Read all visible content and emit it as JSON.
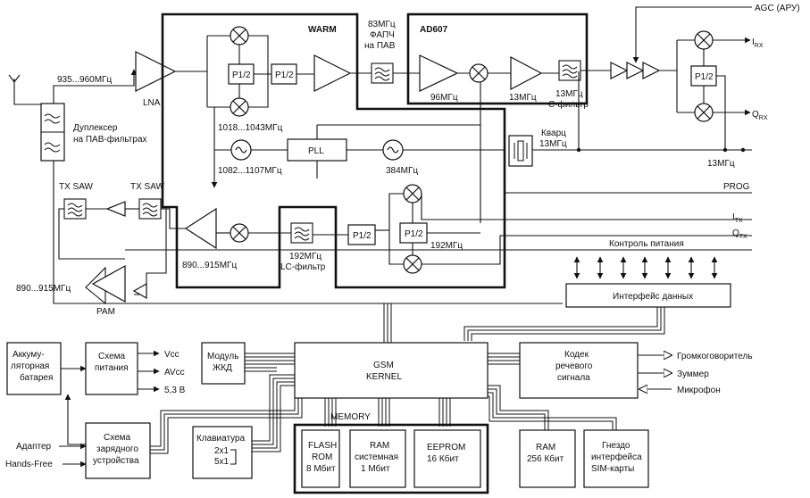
{
  "rf": {
    "antenna_freq": "935...960МГц",
    "duplexer_line1": "Дуплексер",
    "duplexer_line2": "на ПАВ-фильтрах",
    "lna": "LNA",
    "p12": "P1/2",
    "warm": "WARM",
    "fapch_line1": "83МГц",
    "fapch_line2": "ФАПЧ",
    "fapch_line3": "на  ПАВ",
    "ad607": "AD607",
    "agc": "AGC (АРУ)",
    "irx_main": "I",
    "irx_sub": "RX",
    "qrx_main": "Q",
    "qrx_sub": "RX",
    "f96": "96МГц",
    "f13": "13МГц",
    "cfilter_line1": "13МГц",
    "cfilter_line2": "С-фильтр",
    "f1018": "1018...1043МГц",
    "pll": "PLL",
    "f384": "384МГц",
    "kvarc_line1": "Кварц",
    "kvarc_line2": "13МГц",
    "f1082": "1082...1107МГц",
    "f13out": "13МГц",
    "prog": "PROG",
    "itx_main": "I",
    "itx_sub": "TX",
    "qtx_main": "Q",
    "qtx_sub": "TX",
    "power_control": "Контроль питания",
    "tx_saw1": "TX SAW",
    "tx_saw2": "TX SAW",
    "f890_mid": "890...915МГц",
    "lc_line1": "192МГц",
    "lc_line2": "LC-фильтр",
    "f192": "192МГц",
    "f890_pam": "890...915МГц",
    "pam": "PAM",
    "data_interface": "Интерфейс данных"
  },
  "digital": {
    "battery": [
      "Аккуму-",
      "ляторная",
      "батарея"
    ],
    "power_scheme": [
      "Схема",
      "питания"
    ],
    "vcc": "Vcc",
    "avcc": "AVcc",
    "v53": "5,3 В",
    "lcd": [
      "Модуль",
      "ЖКД"
    ],
    "gsm": [
      "GSM",
      "KERNEL"
    ],
    "codec": [
      "Кодек",
      "речевого",
      "сигнала"
    ],
    "speaker": "Громкоговоритель",
    "buzzer": "Зуммер",
    "mic": "Микрофон",
    "memory": "MEMORY",
    "flash": [
      "FLASH",
      "ROM",
      "8 Мбит"
    ],
    "ram_sys": [
      "RAM",
      "системная",
      "1 Мбит"
    ],
    "eeprom": [
      "EEPROM",
      "16 Кбит"
    ],
    "ram256": [
      "RAM",
      "256 Кбит"
    ],
    "sim": [
      "Гнездо",
      "интерфейса",
      "SIM-карты"
    ],
    "charger": [
      "Схема",
      "зарядного",
      "устройства"
    ],
    "keyboard": "Клавиатура",
    "kb2x1": "2x1",
    "kb5x1": "5x1",
    "adapter": "Адаптер",
    "handsfree": "Hands-Free"
  }
}
